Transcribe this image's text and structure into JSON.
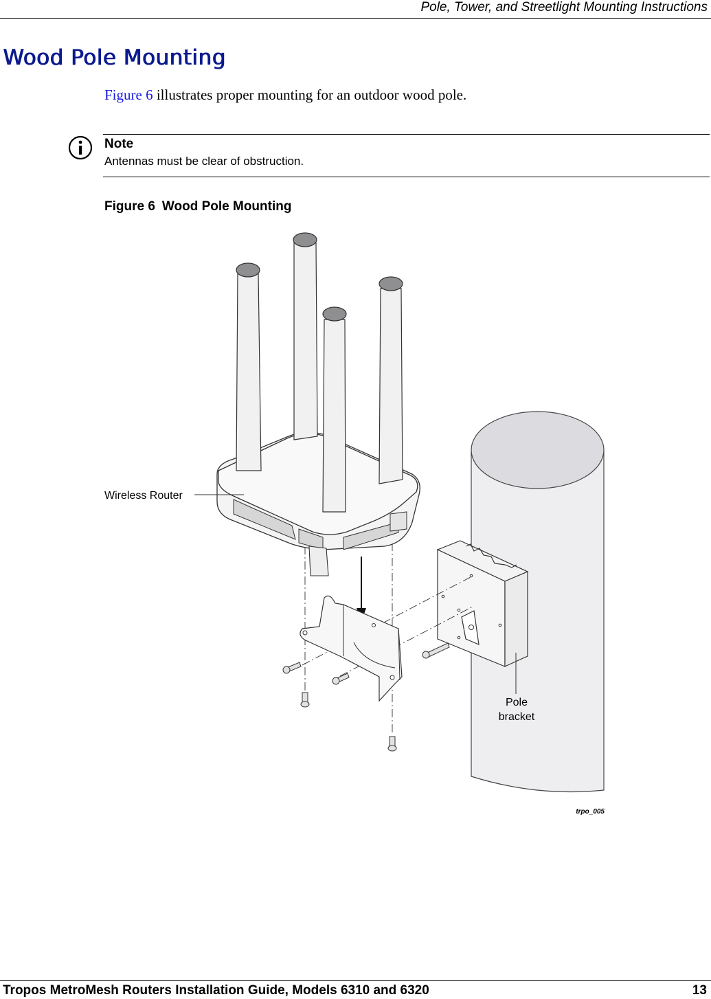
{
  "header": {
    "title": "Pole, Tower, and Streetlight Mounting Instructions"
  },
  "section": {
    "title": "Wood Pole Mounting"
  },
  "body": {
    "xref": "Figure 6",
    "text": " illustrates proper mounting for an outdoor wood pole."
  },
  "note": {
    "icon": "info-icon",
    "label": "Note",
    "text": "Antennas must be clear of obstruction."
  },
  "figure": {
    "caption_number": "Figure 6",
    "caption_title": "Wood Pole Mounting",
    "callout_router": "Wireless Router",
    "callout_bracket_line1": "Pole",
    "callout_bracket_line2": "bracket",
    "figure_id": "trpo_005"
  },
  "footer": {
    "title": "Tropos MetroMesh Routers Installation Guide, Models 6310 and 6320",
    "page_number": "13"
  }
}
